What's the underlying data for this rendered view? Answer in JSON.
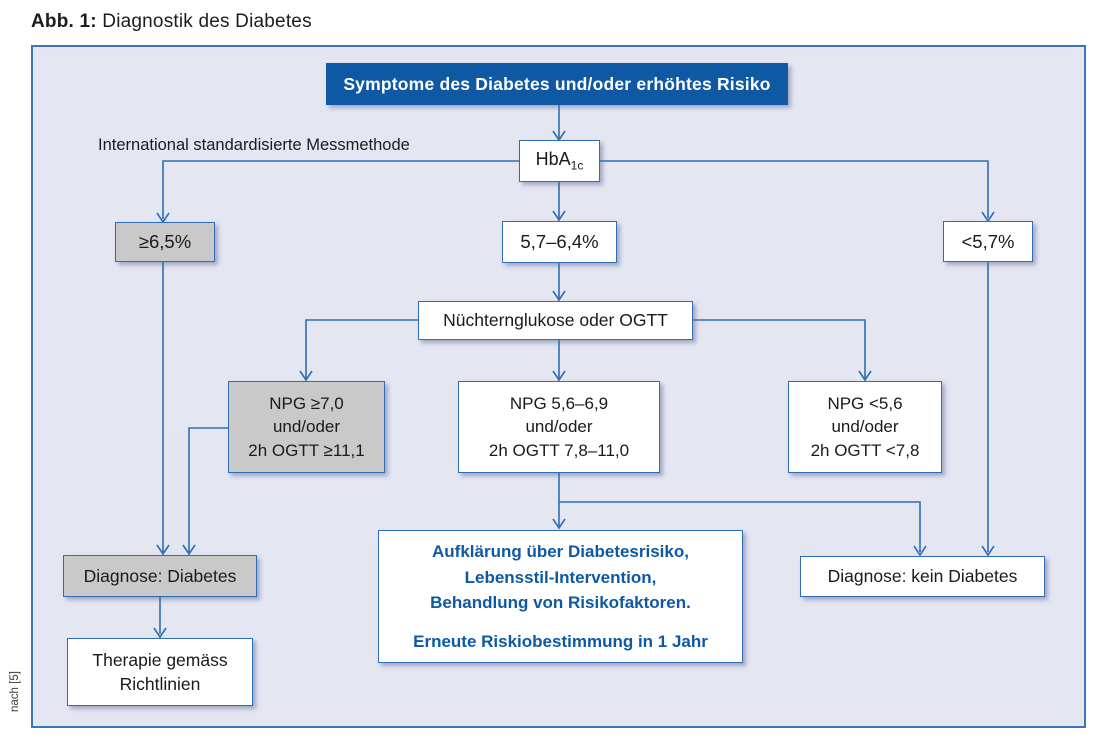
{
  "figure": {
    "label": "Abb. 1:",
    "title": "Diagnostik des Diabetes",
    "source_note": "nach [5]"
  },
  "colors": {
    "panel_bg": "#e4e6f2",
    "line_blue": "#2f6eb5",
    "header_bg": "#0e58a4",
    "gray_fill": "#c9c9c9"
  },
  "flowchart": {
    "header": "Symptome des Diabetes und/oder erhöhtes Risiko",
    "method_label": "International standardisierte Messmethode",
    "hba1c": {
      "base": "HbA",
      "sub": "1c"
    },
    "branch_high": "≥6,5%",
    "branch_mid": "5,7–6,4%",
    "branch_low": "<5,7%",
    "ogtt": "Nüchternglukose oder OGTT",
    "npg_high": {
      "line1": "NPG ≥7,0",
      "line2": "und/oder",
      "line3": "2h OGTT ≥11,1"
    },
    "npg_mid": {
      "line1": "NPG 5,6–6,9",
      "line2": "und/oder",
      "line3": "2h OGTT 7,8–11,0"
    },
    "npg_low": {
      "line1": "NPG <5,6",
      "line2": "und/oder",
      "line3": "2h OGTT <7,8"
    },
    "diagnosis_diabetes": "Diagnose: Diabetes",
    "therapy": {
      "line1": "Therapie gemäss",
      "line2": "Richtlinien"
    },
    "advice": {
      "line1": "Aufklärung über Diabetesrisiko,",
      "line2": "Lebensstil-Intervention,",
      "line3": "Behandlung von Risikofaktoren.",
      "line4": "Erneute Riskiobestimmung in 1 Jahr"
    },
    "diagnosis_no_diabetes": "Diagnose: kein Diabetes"
  }
}
